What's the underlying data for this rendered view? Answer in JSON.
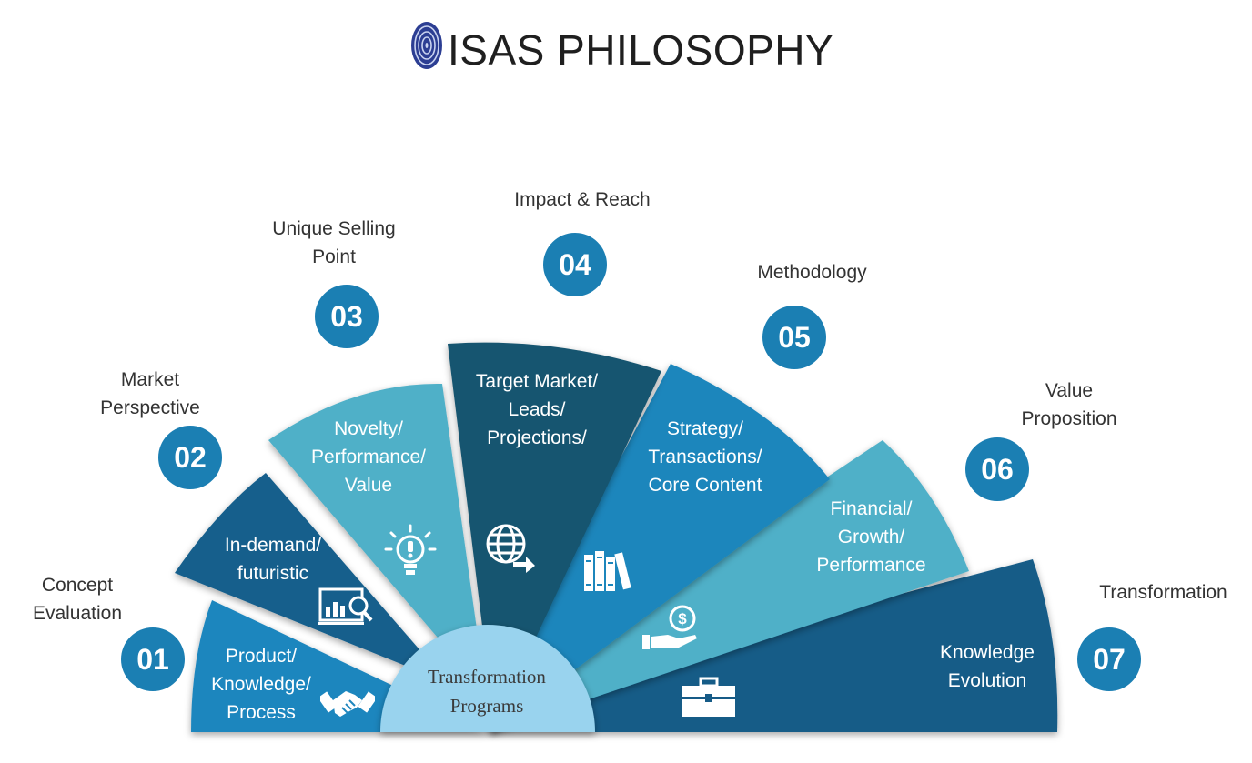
{
  "title": "ISAS PHILOSOPHY",
  "center": "Transformation\nPrograms",
  "steps": [
    {
      "num": "01",
      "heading": "Concept\nEvaluation",
      "text": "Product/\nKnowledge/\nProcess",
      "icon": "handshake-icon"
    },
    {
      "num": "02",
      "heading": "Market\nPerspective",
      "text": "In-demand/\nfuturistic",
      "icon": "analytics-monitor-icon"
    },
    {
      "num": "03",
      "heading": "Unique Selling\nPoint",
      "text": "Novelty/\nPerformance/\nValue",
      "icon": "lightbulb-icon"
    },
    {
      "num": "04",
      "heading": "Impact & Reach",
      "text": "Target Market/\nLeads/\nProjections/",
      "icon": "globe-icon"
    },
    {
      "num": "05",
      "heading": "Methodology",
      "text": "Strategy/\nTransactions/\nCore Content",
      "icon": "books-icon"
    },
    {
      "num": "06",
      "heading": "Value\nProposition",
      "text": "Financial/\nGrowth/\nPerformance",
      "icon": "money-hand-icon"
    },
    {
      "num": "07",
      "heading": "Transformation",
      "text": "Knowledge\nEvolution",
      "icon": "briefcase-icon"
    }
  ],
  "colors": {
    "number_circle": "#1b7fb3",
    "seg1": "#1f86be",
    "seg2": "#145f8c",
    "seg3": "#4fb0c8",
    "seg4": "#17556f",
    "seg5": "#1d86bc",
    "seg6": "#4fb0c8",
    "seg7": "#165b87",
    "center": "#99d3ee"
  }
}
